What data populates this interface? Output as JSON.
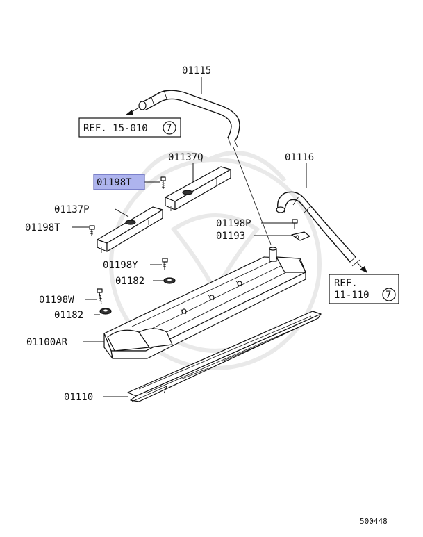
{
  "diagram": {
    "highlight_color": "#aeb4ee",
    "callouts": {
      "c01115": "01115",
      "c01116": "01116",
      "c01137q": "01137Q",
      "c01198t_top": "01198T",
      "c01137p": "01137P",
      "c01198t_left": "01198T",
      "c01198p": "01198P",
      "c01193": "01193",
      "c01198y": "01198Y",
      "c01182_upper": "01182",
      "c01198w": "01198W",
      "c01182_lower": "01182",
      "c01100ar": "01100AR",
      "c01110": "01110"
    },
    "refs": {
      "ref1_line1": "REF. 15-010",
      "ref1_num": "7",
      "ref2_line1": "REF.",
      "ref2_line2": "11-110",
      "ref2_num": "7"
    },
    "catalog_number": "500448"
  }
}
